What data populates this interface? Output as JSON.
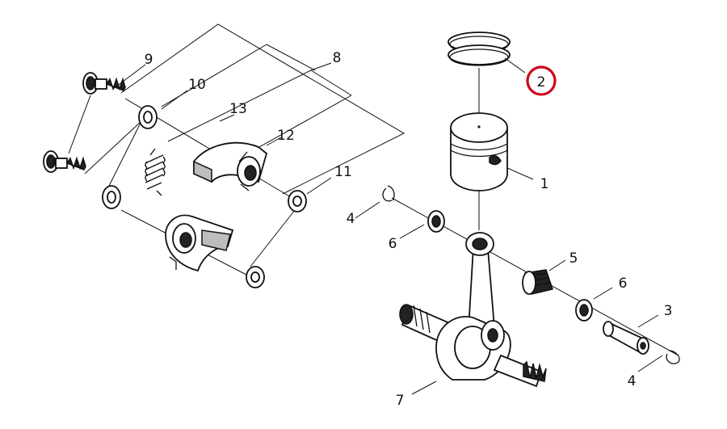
{
  "callouts": {
    "c1": "1",
    "c2": "2",
    "c3": "3",
    "c4a": "4",
    "c4b": "4",
    "c5": "5",
    "c6a": "6",
    "c6b": "6",
    "c7": "7",
    "c8": "8",
    "c9": "9",
    "c10": "10",
    "c11": "11",
    "c12": "12",
    "c13": "13"
  },
  "highlight": {
    "callout": "2",
    "color": "#d0021b"
  }
}
